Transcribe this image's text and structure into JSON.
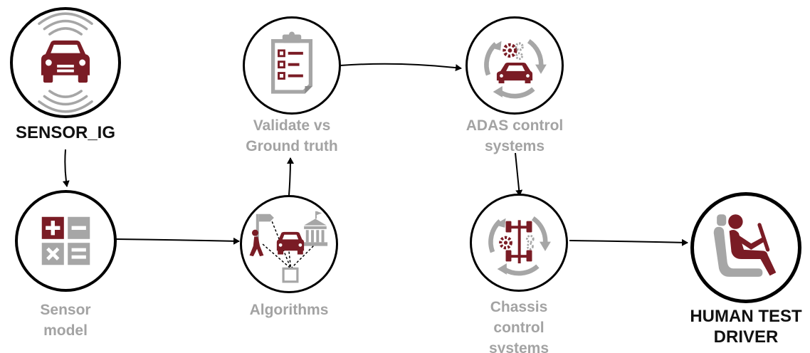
{
  "colors": {
    "accent": "#7a1c25",
    "icon_grey": "#a6a6a6",
    "label_grey": "#a3a3a3",
    "label_dark": "#111111",
    "outline": "#000000"
  },
  "nodes": {
    "sensor_ig": {
      "lines": [
        "SENSOR_IG"
      ],
      "icon": "car-sensor-waves-icon"
    },
    "sensor_model": {
      "lines": [
        "Sensor",
        "model"
      ],
      "icon": "calculator-icon"
    },
    "algorithms": {
      "lines": [
        "Algorithms"
      ],
      "icon": "algorithm-scene-icon"
    },
    "validate": {
      "lines": [
        "Validate vs",
        "Ground truth"
      ],
      "icon": "clipboard-checklist-icon"
    },
    "adas": {
      "lines": [
        "ADAS control",
        "systems"
      ],
      "icon": "car-gear-cycle-icon"
    },
    "chassis": {
      "lines": [
        "Chassis",
        "control",
        "systems"
      ],
      "icon": "chassis-gear-cycle-icon"
    },
    "human": {
      "lines": [
        "HUMAN TEST",
        "DRIVER"
      ],
      "icon": "driver-seat-icon"
    }
  },
  "edges": [
    {
      "from": "sensor_ig",
      "to": "sensor_model"
    },
    {
      "from": "sensor_model",
      "to": "algorithms"
    },
    {
      "from": "algorithms",
      "to": "validate"
    },
    {
      "from": "validate",
      "to": "adas"
    },
    {
      "from": "adas",
      "to": "chassis"
    },
    {
      "from": "chassis",
      "to": "human"
    }
  ]
}
